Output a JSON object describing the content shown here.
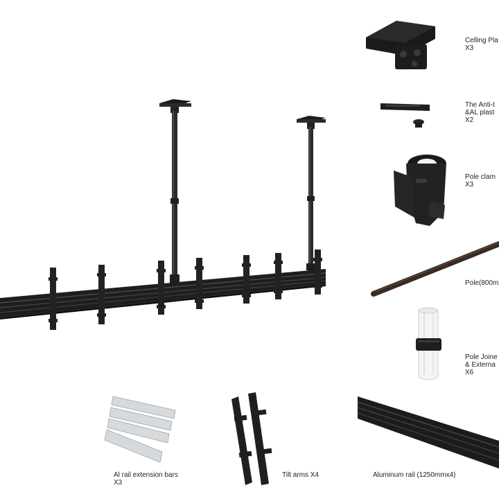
{
  "colors": {
    "background": "#ffffff",
    "metal_dark": "#1c1c1c",
    "metal_mid": "#2e2e2e",
    "rail_highlight": "#4a4a4a",
    "pole_brown": "#3a2a22",
    "white_part": "#f2f3f4",
    "al_bar": "#d6dadd",
    "text": "#222222"
  },
  "parts": [
    {
      "name": "Celling Pla",
      "qty": "X3",
      "icon": "ceiling-plate-icon"
    },
    {
      "name": "The Anti-t",
      "name_line2": "&AL plast",
      "qty": "X2",
      "icon": "anti-tilt-cover-icon"
    },
    {
      "name": "Pole clam",
      "qty": "X3",
      "icon": "pole-clamp-icon"
    },
    {
      "name": "Pole(800m",
      "icon": "pole-icon"
    },
    {
      "name": "Pole Joine",
      "name_line2": "& Externa",
      "qty": "X6",
      "icon": "pole-joiner-icon"
    },
    {
      "name": "Al rail extension bars",
      "qty": "X3",
      "icon": "al-rail-extension-bar-icon"
    },
    {
      "name": "Tilt arms X4",
      "icon": "tilt-arm-icon"
    },
    {
      "name": "Aluminum rail (1250mmx4)",
      "icon": "aluminum-rail-icon"
    }
  ]
}
